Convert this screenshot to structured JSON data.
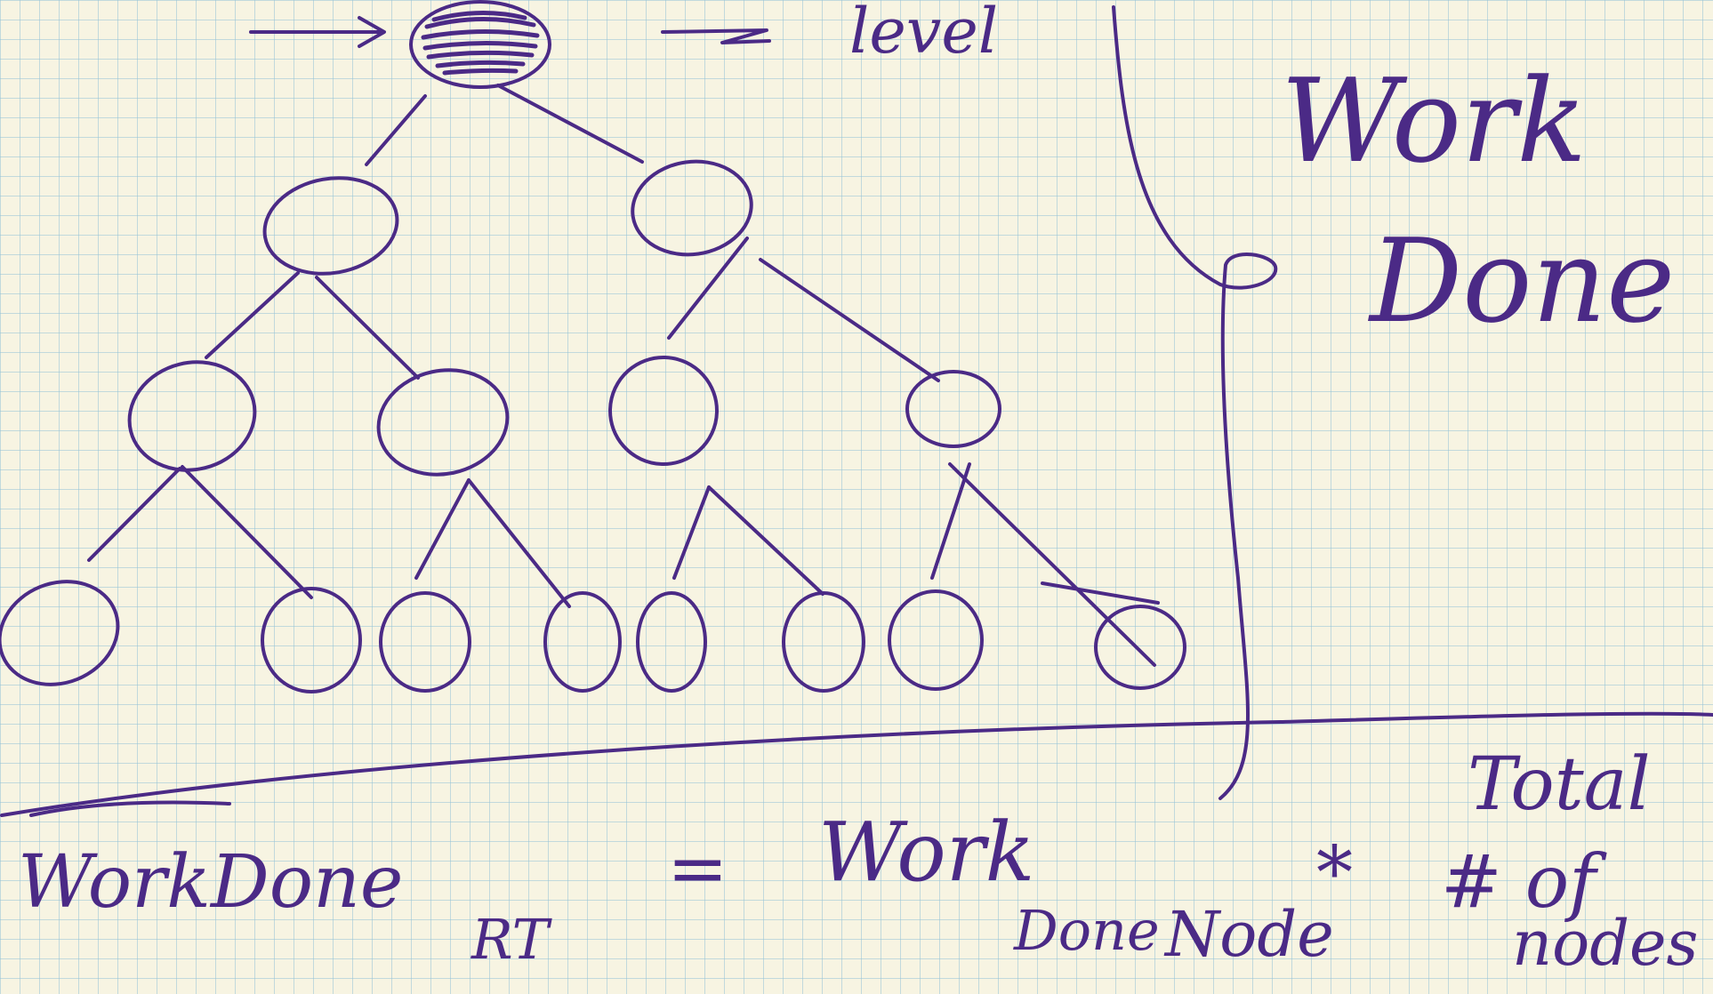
{
  "colors": {
    "ink": "#4b2a86",
    "paper": "#f7f4e2",
    "grid": "#96c3d7"
  },
  "labels": {
    "level": "level",
    "work_top": "Work",
    "done_top": "Done",
    "eq_left": "WorkDone",
    "eq_sub": "RT",
    "equals": "=",
    "work_right": "Work",
    "done_right": "Done",
    "node_right": "Node",
    "star": "*",
    "total": "Total",
    "hash_of": "# of",
    "nodes_right": "nodes"
  }
}
